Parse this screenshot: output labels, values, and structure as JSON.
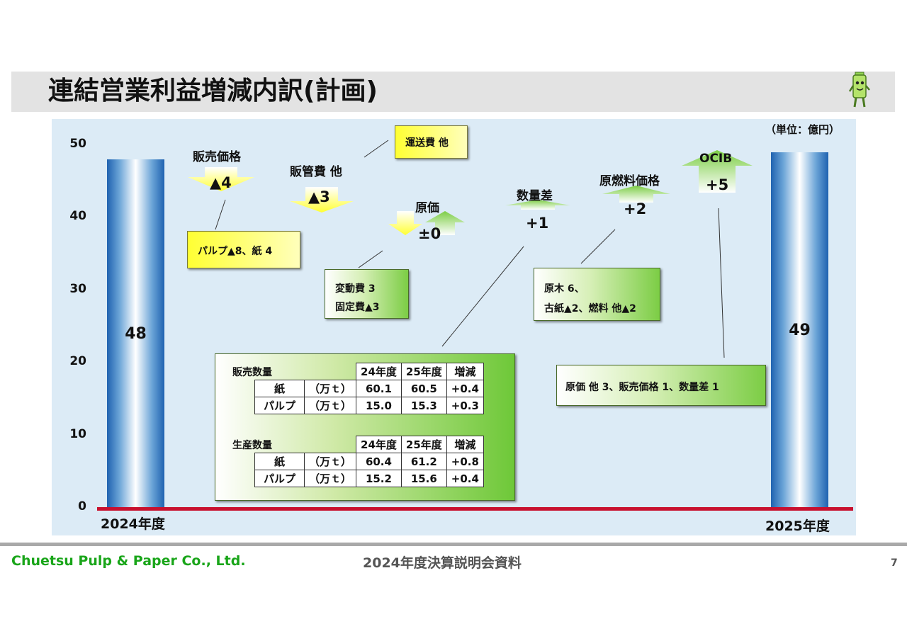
{
  "slide": {
    "title": "連結営業利益増減内訳(計画)",
    "unit": "（単位：億円）"
  },
  "footer": {
    "company": "Chuetsu Pulp & Paper Co., Ltd.",
    "doc_title": "2024年度決算説明会資料",
    "page": "7"
  },
  "colors": {
    "bar_blue": "#1f62b0",
    "baseline_red": "#c8102e",
    "decrease_yellow": "#ffff33",
    "increase_green": "#7ccd45",
    "company_green": "#19a519"
  },
  "chart_data": {
    "type": "bar",
    "subtype": "waterfall",
    "ylim": [
      0,
      50
    ],
    "yticks": [
      "0",
      "10",
      "20",
      "30",
      "40",
      "50"
    ],
    "totals": [
      {
        "category": "2024年度",
        "value": 48,
        "label": "48"
      },
      {
        "category": "2025年度",
        "value": 49,
        "label": "49"
      }
    ],
    "steps": [
      {
        "name": "販売価格",
        "value": -4,
        "label": "▲4",
        "direction": "decrease"
      },
      {
        "name": "販管費 他",
        "value": -3,
        "label": "▲3",
        "direction": "decrease"
      },
      {
        "name": "原価",
        "value": 0,
        "label": "±0",
        "direction": "both"
      },
      {
        "name": "数量差",
        "value": 1,
        "label": "+1",
        "direction": "increase"
      },
      {
        "name": "原燃料価格",
        "value": 2,
        "label": "+2",
        "direction": "increase"
      },
      {
        "name": "OCIB",
        "value": 5,
        "label": "+5",
        "direction": "increase"
      }
    ],
    "annotations": {
      "sales_price": "パルプ▲8、紙 4",
      "freight": "運送費 他",
      "cost_lines": [
        "変動費 3",
        "固定費▲3"
      ],
      "raw_fuel_lines": [
        "原木 6、",
        "古紙▲2、燃料 他▲2"
      ],
      "ocib": "原価 他 3、販売価格 1、数量差 1"
    },
    "quantity_tables": [
      {
        "title": "販売数量",
        "headers": [
          "24年度",
          "25年度",
          "増減"
        ],
        "rows": [
          {
            "item": "紙",
            "unit": "（万ｔ）",
            "values": [
              "60.1",
              "60.5",
              "+0.4"
            ]
          },
          {
            "item": "パルプ",
            "unit": "（万ｔ）",
            "values": [
              "15.0",
              "15.3",
              "+0.3"
            ]
          }
        ]
      },
      {
        "title": "生産数量",
        "headers": [
          "24年度",
          "25年度",
          "増減"
        ],
        "rows": [
          {
            "item": "紙",
            "unit": "（万ｔ）",
            "values": [
              "60.4",
              "61.2",
              "+0.8"
            ]
          },
          {
            "item": "パルプ",
            "unit": "（万ｔ）",
            "values": [
              "15.2",
              "15.6",
              "+0.4"
            ]
          }
        ]
      }
    ]
  }
}
